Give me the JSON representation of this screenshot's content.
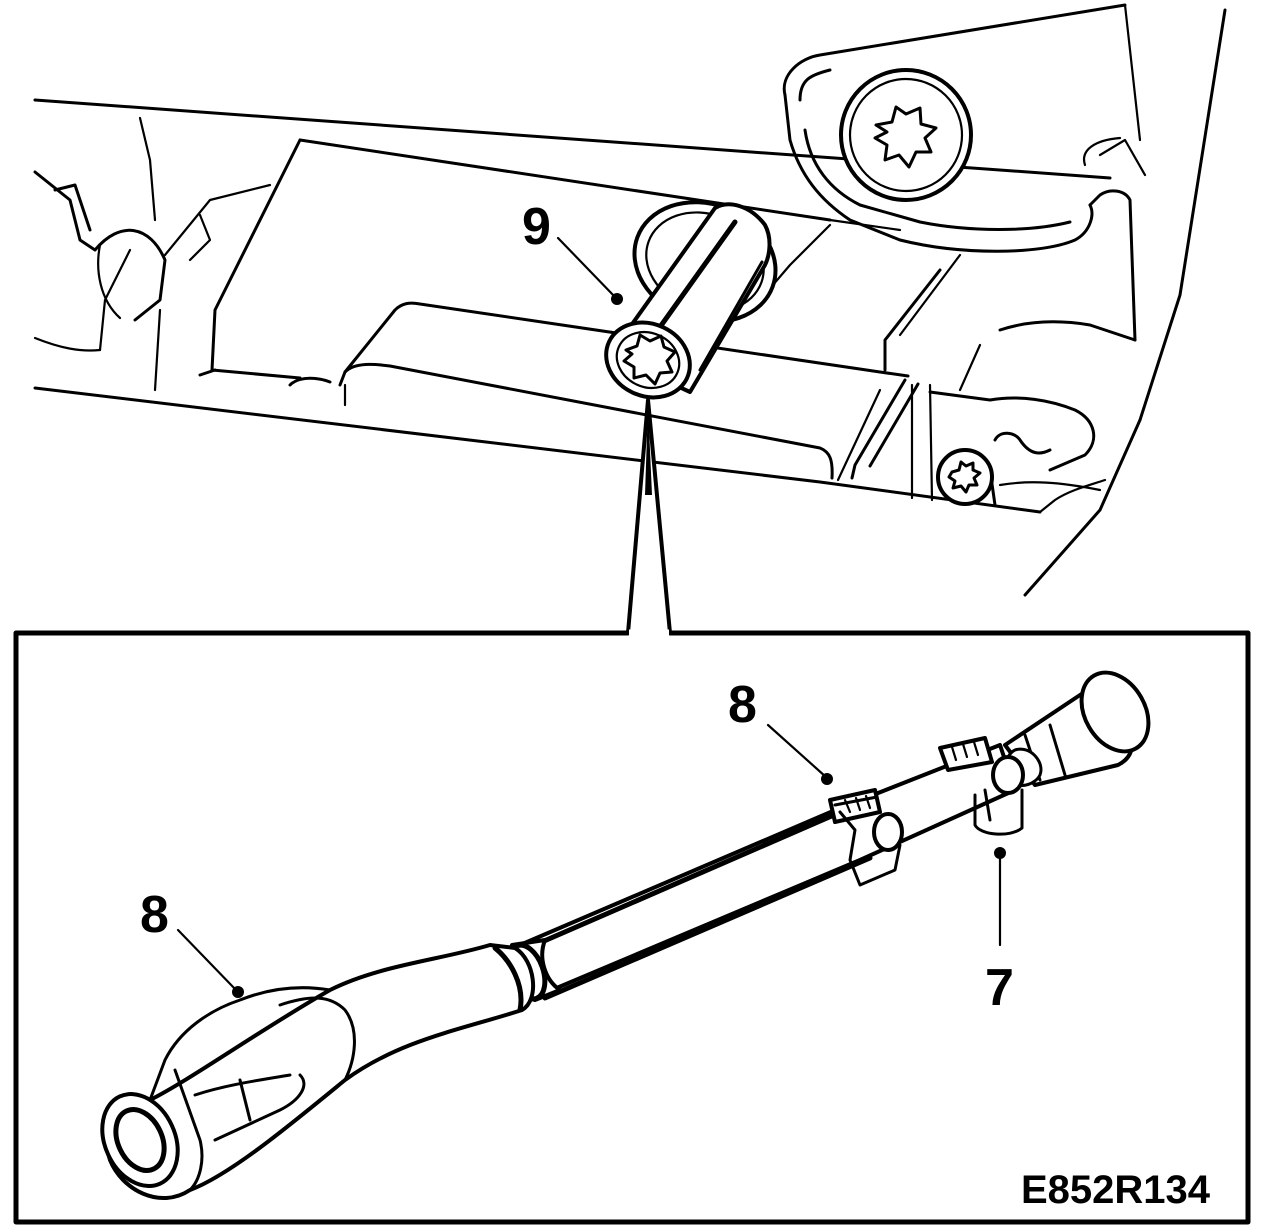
{
  "figure": {
    "code": "E852R134",
    "callouts": [
      {
        "id": "c9",
        "label": "9"
      },
      {
        "id": "c8a",
        "label": "8"
      },
      {
        "id": "c8b",
        "label": "8"
      },
      {
        "id": "c7",
        "label": "7"
      }
    ]
  },
  "colors": {
    "ink": "#000000",
    "paper": "#ffffff"
  }
}
